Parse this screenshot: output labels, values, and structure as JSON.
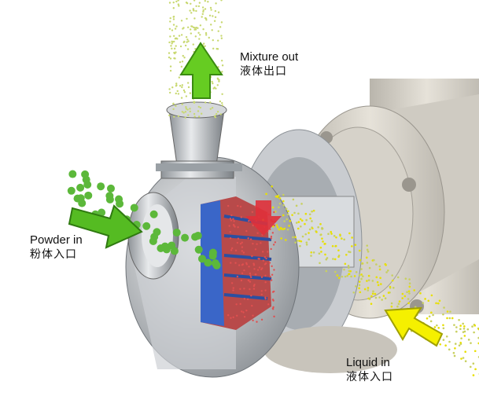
{
  "labels": {
    "mixture_out": {
      "en": "Mixture out",
      "zh": "液体出口"
    },
    "powder_in": {
      "en": "Powder in",
      "zh": "粉体入口"
    },
    "liquid_in": {
      "en": "Liquid in",
      "zh": "液体入口"
    }
  },
  "colors": {
    "mixture_arrow": "#66cc22",
    "powder_arrow": "#55bb22",
    "liquid_arrow": "#f5f000",
    "flow_arrow": "#e0303a",
    "pump_body": "#d9d5cc",
    "steel": "#b8bcc0",
    "impeller_blue": "#3a66c8",
    "impeller_red": "#c83a3a"
  }
}
